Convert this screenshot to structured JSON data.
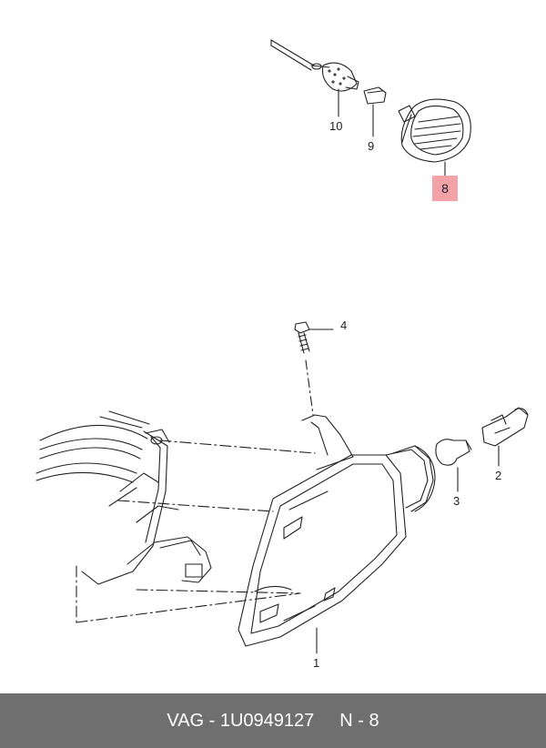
{
  "callouts": {
    "c1": "1",
    "c2": "2",
    "c3": "3",
    "c4": "4",
    "c8": "8",
    "c9": "9",
    "c10": "10"
  },
  "footer": {
    "part_number": "VAG - 1U0949127",
    "position": "N - 8"
  },
  "colors": {
    "highlight": "#f3a3a8",
    "footer_bg": "#6f6f6f",
    "footer_text": "#ffffff",
    "line": "#222222"
  }
}
